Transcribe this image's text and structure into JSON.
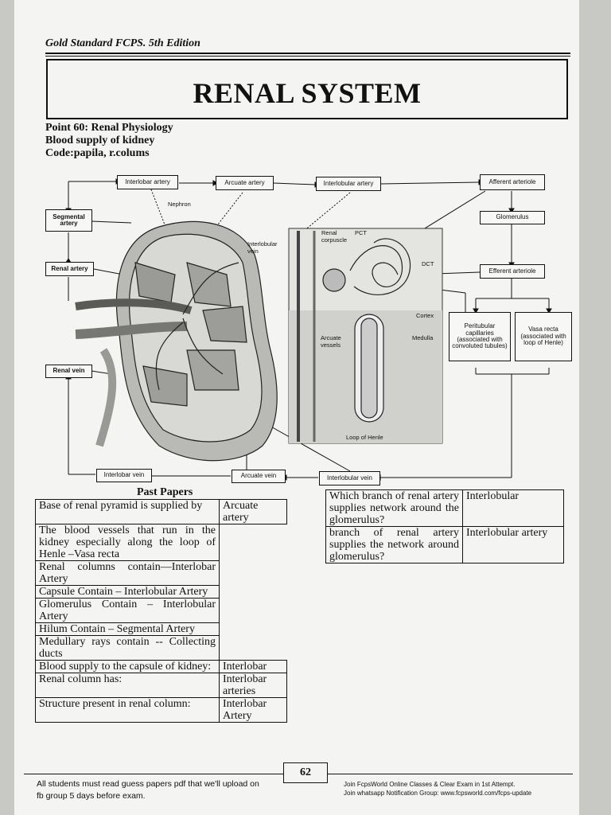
{
  "header": {
    "edition": "Gold Standard FCPS. 5th Edition"
  },
  "title": "RENAL SYSTEM",
  "point": {
    "line1": "Point 60: Renal Physiology",
    "line2": "Blood supply of kidney",
    "line3": "Code:papila, r.colums"
  },
  "flow": {
    "interlobar_artery": "Interlobar artery",
    "arcuate_artery": "Arcuate artery",
    "interlobular_artery": "Interlobular artery",
    "afferent_arteriole": "Afferent arteriole",
    "segmental_artery": "Segmental artery",
    "glomerulus": "Glomerulus",
    "renal_artery": "Renal artery",
    "efferent_arteriole": "Efferent arteriole",
    "peritubular": "Peritubular capillaries (associated with convoluted tubules)",
    "vasa_recta": "Vasa recta (associated with loop of Henle)",
    "renal_vein": "Renal vein",
    "interlobar_vein": "Interlobar vein",
    "arcuate_vein": "Arcuate vein",
    "interlobular_vein": "Interlobular vein"
  },
  "diagram_labels": {
    "nephron": "Nephron",
    "interlobular_vein": "Interlobular vein",
    "renal_corpuscle": "Renal corpuscle",
    "pct": "PCT",
    "dct": "DCT",
    "cortex": "Cortex",
    "medulla": "Medulla",
    "arcuate_vessels": "Arcuate vessels",
    "loop_of_henle": "Loop of Henle"
  },
  "past_papers": {
    "title": "Past Papers",
    "left_rows": [
      {
        "q": "Base of renal pyramid is supplied by",
        "a": "Arcuate artery"
      },
      {
        "q": "The blood vessels that run in the kidney especially along the loop of Henle –Vasa recta",
        "a": ""
      },
      {
        "q": "Renal columns contain—Interlobar Artery",
        "a": ""
      },
      {
        "q": "Capsule Contain – Interlobular Artery",
        "a": ""
      },
      {
        "q": "Glomerulus Contain – Interlobular Artery",
        "a": ""
      },
      {
        "q": "Hilum Contain – Segmental Artery",
        "a": ""
      },
      {
        "q": "Medullary rays contain -- Collecting ducts",
        "a": ""
      },
      {
        "q": "Blood supply to the capsule of kidney:",
        "a": "Interlobar"
      },
      {
        "q": "Renal column has:",
        "a": "Interlobar arteries"
      },
      {
        "q": "Structure present in renal column:",
        "a": "Interlobar Artery"
      }
    ],
    "right_rows": [
      {
        "q": "Which branch of renal artery supplies network around the glomerulus?",
        "a": "Interlobular"
      },
      {
        "q": "branch of renal artery supplies the network around glomerulus?",
        "a": "Interlobular artery"
      }
    ]
  },
  "page_number": "62",
  "footer": {
    "left_line1": "All students must read guess papers pdf that we'll upload on",
    "left_line2": "fb group 5 days before exam.",
    "right_line1": "Join FcpsWorld Online Classes & Clear Exam in 1st Attempt.",
    "right_line2": "Join whatsapp Notification Group: www.fcpsworld.com/fcps-update"
  }
}
